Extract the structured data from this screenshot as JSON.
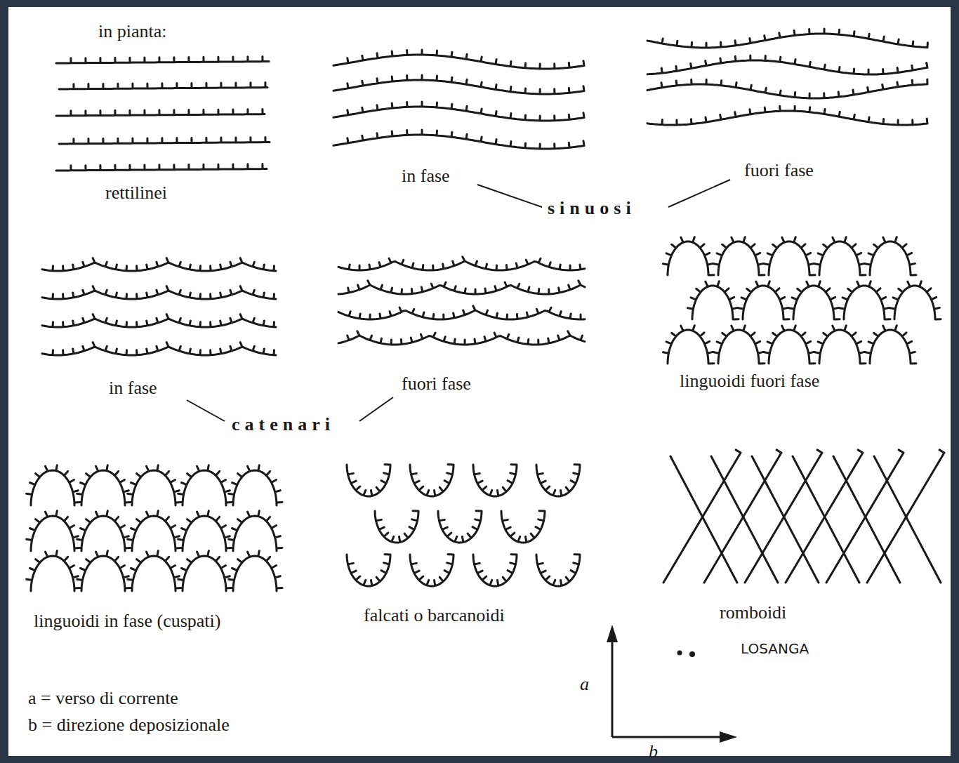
{
  "diagram": {
    "labels": [
      "in pianta:",
      "rettilinei",
      "in fase",
      "fuori fase",
      "sinuosi",
      "in fase",
      "fuori fase",
      "catenari",
      "linguoidi fuori fase",
      "linguoidi in fase (cuspati)",
      "falcati o barcanoidi",
      "romboidi",
      "LOSANGA",
      "a = verso di corrente",
      "b = direzione deposizionale",
      "a",
      "b"
    ]
  }
}
